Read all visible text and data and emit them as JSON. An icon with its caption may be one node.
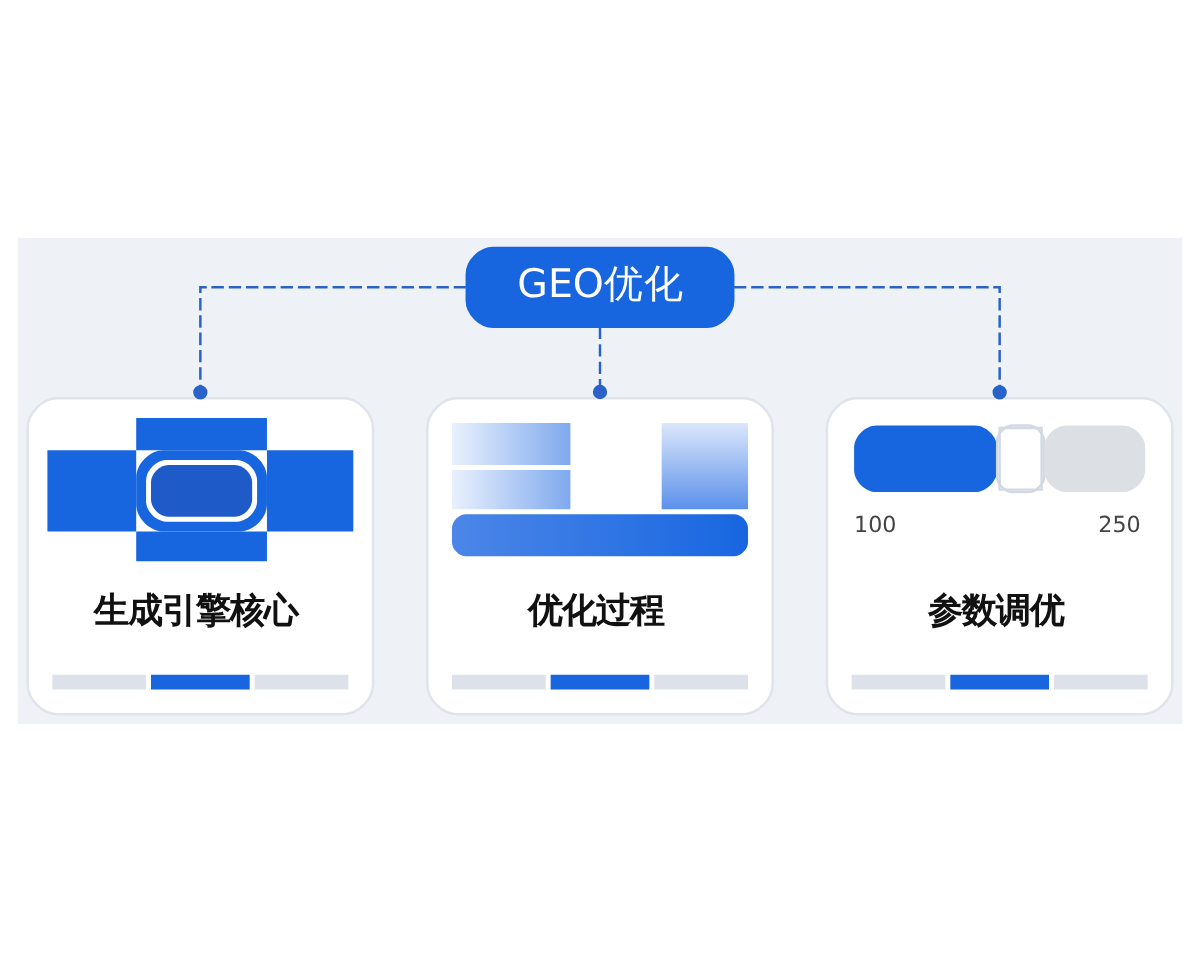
{
  "diagram": {
    "nodes": [
      {
        "text": [
          "GEO优化"
        ]
      },
      {
        "text": [
          "生成引擎核心"
        ]
      },
      {
        "text": [
          "优化过程"
        ]
      },
      {
        "text": [
          "100",
          "250",
          "参数调优"
        ]
      }
    ],
    "edges": [
      {
        "from": 0,
        "to": 1,
        "arrow": "other",
        "style": "dashed"
      },
      {
        "from": 0,
        "to": 2,
        "arrow": "other",
        "style": "dashed"
      },
      {
        "from": 0,
        "to": 3,
        "arrow": "other",
        "style": "dashed"
      }
    ]
  }
}
